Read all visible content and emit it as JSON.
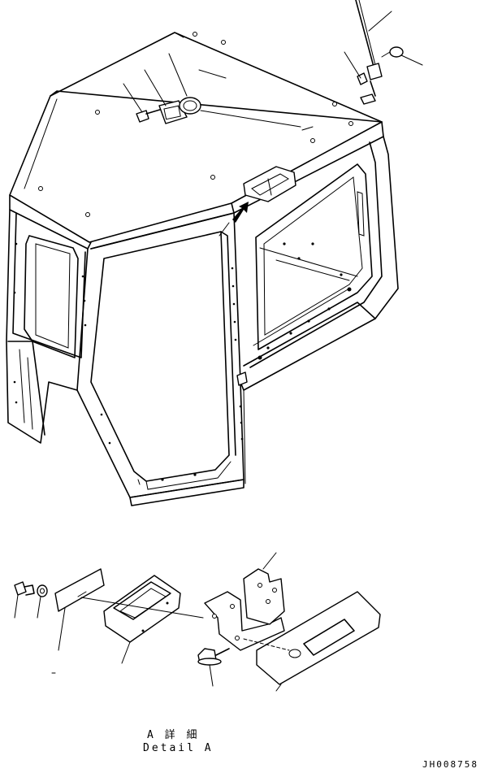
{
  "caption": {
    "line1": "A 詳 細",
    "line2": "Detail A"
  },
  "drawing_code": "JH008758"
}
